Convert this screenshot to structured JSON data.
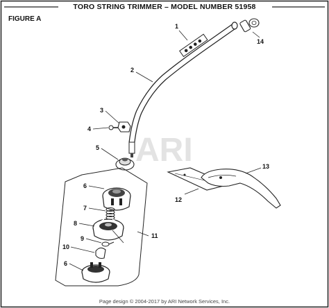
{
  "title": "TORO STRING TRIMMER – MODEL NUMBER 51958",
  "figure_label": "FIGURE A",
  "watermark": "ARI",
  "footer": "Page design © 2004-2017 by ARI Network Services, Inc.",
  "callouts": {
    "c1": "1",
    "c2": "2",
    "c3": "3",
    "c4": "4",
    "c5": "5",
    "c6a": "6",
    "c6b": "6",
    "c7": "7",
    "c8": "8",
    "c9": "9",
    "c10": "10",
    "c11": "11",
    "c12": "12",
    "c13": "13",
    "c14": "14"
  }
}
